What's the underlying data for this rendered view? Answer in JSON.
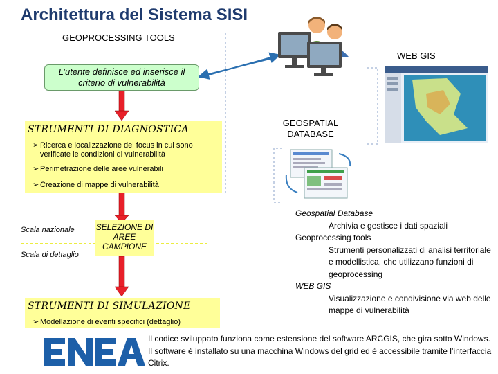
{
  "title": "Architettura del Sistema SISI",
  "geoprocessing_tools": "GEOPROCESSING TOOLS",
  "web_gis": "WEB GIS",
  "criteria": "L’utente definisce ed inserisce il criterio di vulnerabilità",
  "geospatial_database": "GEOSPATIAL DATABASE",
  "diagnostica": {
    "title": "STRUMENTI DI DIAGNOSTICA",
    "items": [
      "Ricerca e localizzazione dei focus in cui sono verificate le condizioni di vulnerabilità",
      "Perimetrazione delle aree vulnerabili",
      "Creazione di mappe di vulnerabilità"
    ]
  },
  "scala_nazionale": "Scala nazionale",
  "scala_dettaglio": "Scala di dettaglio",
  "selezione": "SELEZIONE DI AREE CAMPIONE",
  "simulazione": {
    "title": "STRUMENTI DI SIMULAZIONE",
    "item": "Modellazione di eventi specifici (dettaglio)"
  },
  "description": {
    "db_title": "Geospatial Database",
    "db_text": "Archivia e gestisce i dati spaziali",
    "gp_title": "Geoprocessing tools",
    "gp_text": "Strumenti personalizzati di analisi territoriale e modellistica, che utilizzano funzioni di geoprocessing",
    "wg_title": "WEB GIS",
    "wg_text": "Visualizzazione e condivisione via web delle mappe di vulnerabilità"
  },
  "footer": "Il codice sviluppato funziona come estensione del software ARCGIS, che gira sotto Windows. Il software è installato su una macchina Windows del grid ed è accessibile tramite l’interfaccia Citrix.",
  "logo_text": "ENEA",
  "colors": {
    "title": "#1f3b6e",
    "yellow_box": "#ffff99",
    "green_box": "#ccffcc",
    "arrow_red": "#e8202a",
    "connector_blue": "#2a6fb0",
    "logo_blue": "#1d5fa8"
  }
}
